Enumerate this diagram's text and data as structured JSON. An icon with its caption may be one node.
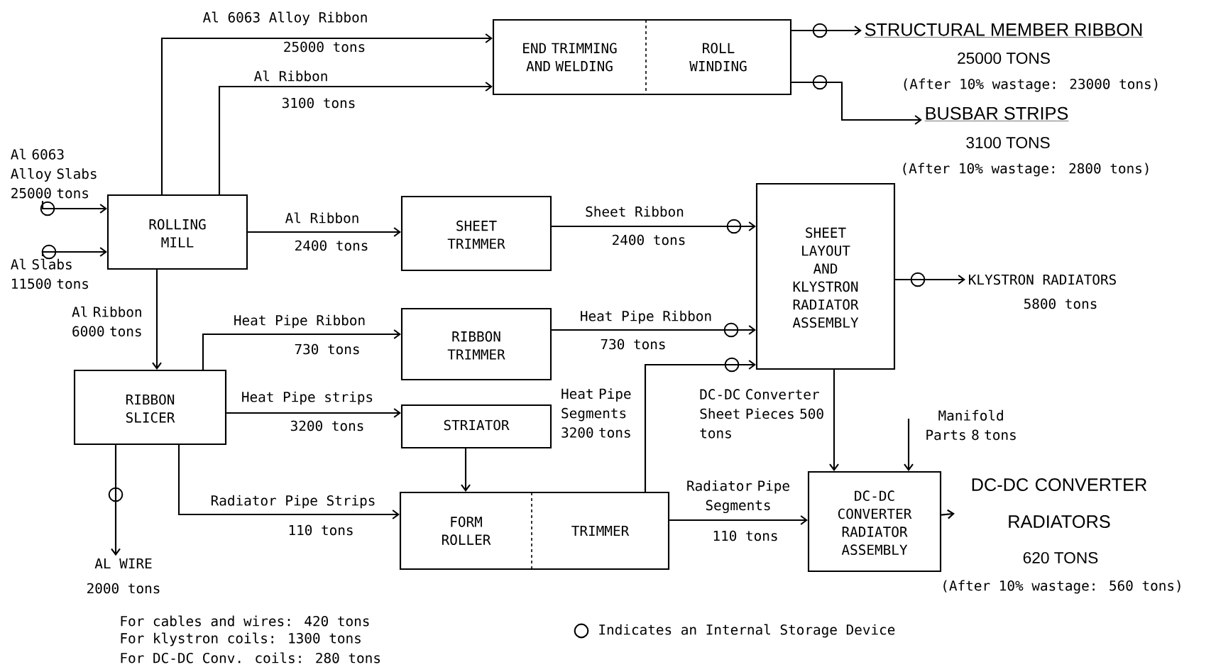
{
  "diagram": {
    "nodes": [
      {
        "text": [
          "END TRIMMING AND WELDING",
          "ROLL WINDING"
        ]
      },
      {
        "text": [
          "ROLLING MILL"
        ]
      },
      {
        "text": [
          "SHEET TRIMMER"
        ]
      },
      {
        "text": [
          "SHEET LAYOUT AND KLYSTRON RADIATOR ASSEMBLY"
        ]
      },
      {
        "text": [
          "RIBBON TRIMMER"
        ]
      },
      {
        "text": [
          "RIBBON SLICER"
        ]
      },
      {
        "text": [
          "STRIATOR"
        ]
      },
      {
        "text": [
          "FORM ROLLER",
          "TRIMMER"
        ]
      },
      {
        "text": [
          "DC-DC CONVERTER RADIATOR ASSEMBLY"
        ]
      },
      {
        "text": [
          "STRUCTURAL MEMBER RIBBON",
          "25000 TONS",
          "(After 10% wastage: 23000 tons)"
        ]
      },
      {
        "text": [
          "BUSBAR STRIPS",
          "3100 TONS",
          "(After 10% wastage: 2800 tons)"
        ]
      },
      {
        "text": [
          "KLYSTRON RADIATORS",
          "5800 tons"
        ]
      },
      {
        "text": [
          "AL WIRE",
          "2000 tons"
        ]
      },
      {
        "text": [
          "DC-DC CONVERTER RADIATORS",
          "620 TONS",
          "(After 10% wastage: 560 tons)"
        ]
      },
      {
        "text": [
          "Al 6063 Alloy Slabs 25000 tons"
        ]
      },
      {
        "text": [
          "Al Slabs 11500 tons"
        ]
      },
      {
        "text": [
          "Manifold Parts 8 tons"
        ]
      }
    ],
    "edges": [
      {
        "from": 1,
        "to": 0,
        "arrow": "to",
        "label": "Al 6063 Alloy Ribbon"
      },
      {
        "from": 1,
        "to": 0,
        "arrow": "to",
        "label": "Al Ribbon"
      },
      {
        "from": 1,
        "to": 2,
        "arrow": "to",
        "label": "Al Ribbon"
      },
      {
        "from": 14,
        "to": 1,
        "arrow": "to"
      },
      {
        "from": 15,
        "to": 1,
        "arrow": "to"
      },
      {
        "from": 1,
        "to": 5,
        "arrow": "to",
        "label": "Al Ribbon 6000 tons"
      },
      {
        "from": 0,
        "to": 9,
        "arrow": "to"
      },
      {
        "from": 0,
        "to": 10,
        "arrow": "to"
      },
      {
        "from": 2,
        "to": 3,
        "arrow": "to",
        "label": "Sheet Ribbon"
      },
      {
        "from": 5,
        "to": 4,
        "arrow": "to",
        "label": "Heat Pipe Ribbon"
      },
      {
        "from": 4,
        "to": 3,
        "arrow": "to",
        "label": "Heat Pipe Ribbon"
      },
      {
        "from": 7,
        "to": 3,
        "arrow": "to",
        "label": "Heat Pipe Segments 3200 tons"
      },
      {
        "from": 3,
        "to": 11,
        "arrow": "to"
      },
      {
        "from": 5,
        "to": 6,
        "arrow": "to",
        "label": "Heat Pipe strips"
      },
      {
        "from": 6,
        "to": 7,
        "arrow": "to"
      },
      {
        "from": 5,
        "to": 7,
        "arrow": "to",
        "label": "Radiator Pipe Strips"
      },
      {
        "from": 5,
        "to": 12,
        "arrow": "to"
      },
      {
        "from": 3,
        "to": 8,
        "arrow": "to",
        "label": "DC-DC Converter Sheet Pieces 500 tons"
      },
      {
        "from": 16,
        "to": 8,
        "arrow": "to"
      },
      {
        "from": 7,
        "to": 8,
        "arrow": "to",
        "label": "Radiator Pipe Segments"
      },
      {
        "from": 8,
        "to": 13,
        "arrow": "to"
      }
    ],
    "labels": [
      "25000 tons",
      "3100 tons",
      "2400 tons",
      "2400 tons",
      "730 tons",
      "730 tons",
      "3200 tons",
      "110 tons",
      "110 tons",
      "For cables and wires: 420 tons",
      "For klystron coils: 1300 tons",
      "For DC-DC Conv. coils: 280 tons"
    ],
    "legend": [
      {
        "text": "Indicates an Internal Storage Device"
      }
    ]
  }
}
